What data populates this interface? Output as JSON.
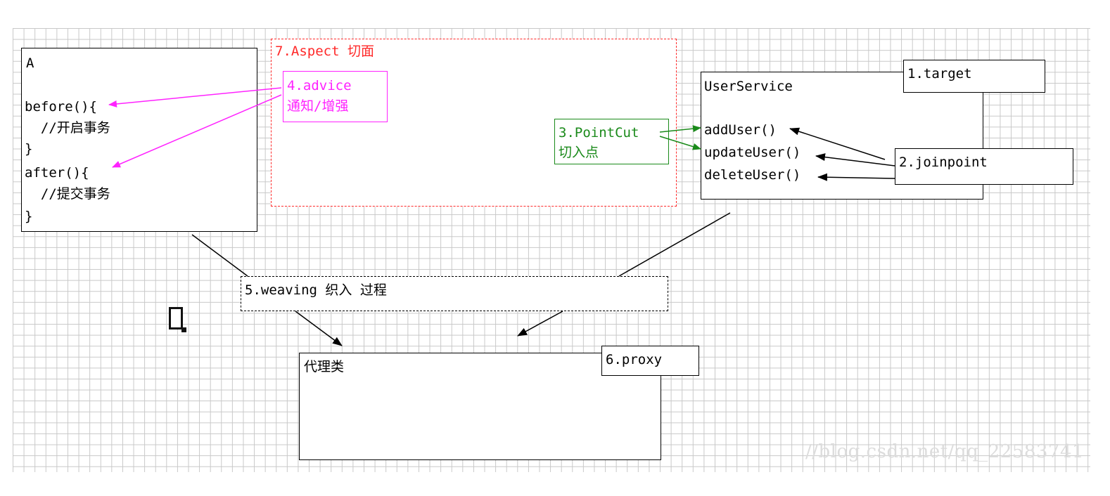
{
  "class_a": {
    "name": "A",
    "lines": [
      "before(){",
      "  //开启事务",
      "}",
      "after(){",
      "  //提交事务",
      "}"
    ]
  },
  "aspect": {
    "label": "7.Aspect 切面",
    "color": "#ff2a2a"
  },
  "advice": {
    "line1": "4.advice",
    "line2": "通知/增强",
    "color": "#ff22ff"
  },
  "pointcut": {
    "line1": "3.PointCut",
    "line2": "切入点",
    "color": "#1a8a1a"
  },
  "user_service": {
    "name": "UserService",
    "methods": [
      "addUser()",
      "updateUser()",
      "deleteUser()"
    ]
  },
  "target": {
    "label": "1.target"
  },
  "joinpoint": {
    "label": "2.joinpoint"
  },
  "weaving": {
    "label": "5.weaving 织入 过程"
  },
  "proxy_class": {
    "label": "代理类"
  },
  "proxy": {
    "label": "6.proxy"
  },
  "watermark": "//blog.csdn.net/qq_22583741"
}
